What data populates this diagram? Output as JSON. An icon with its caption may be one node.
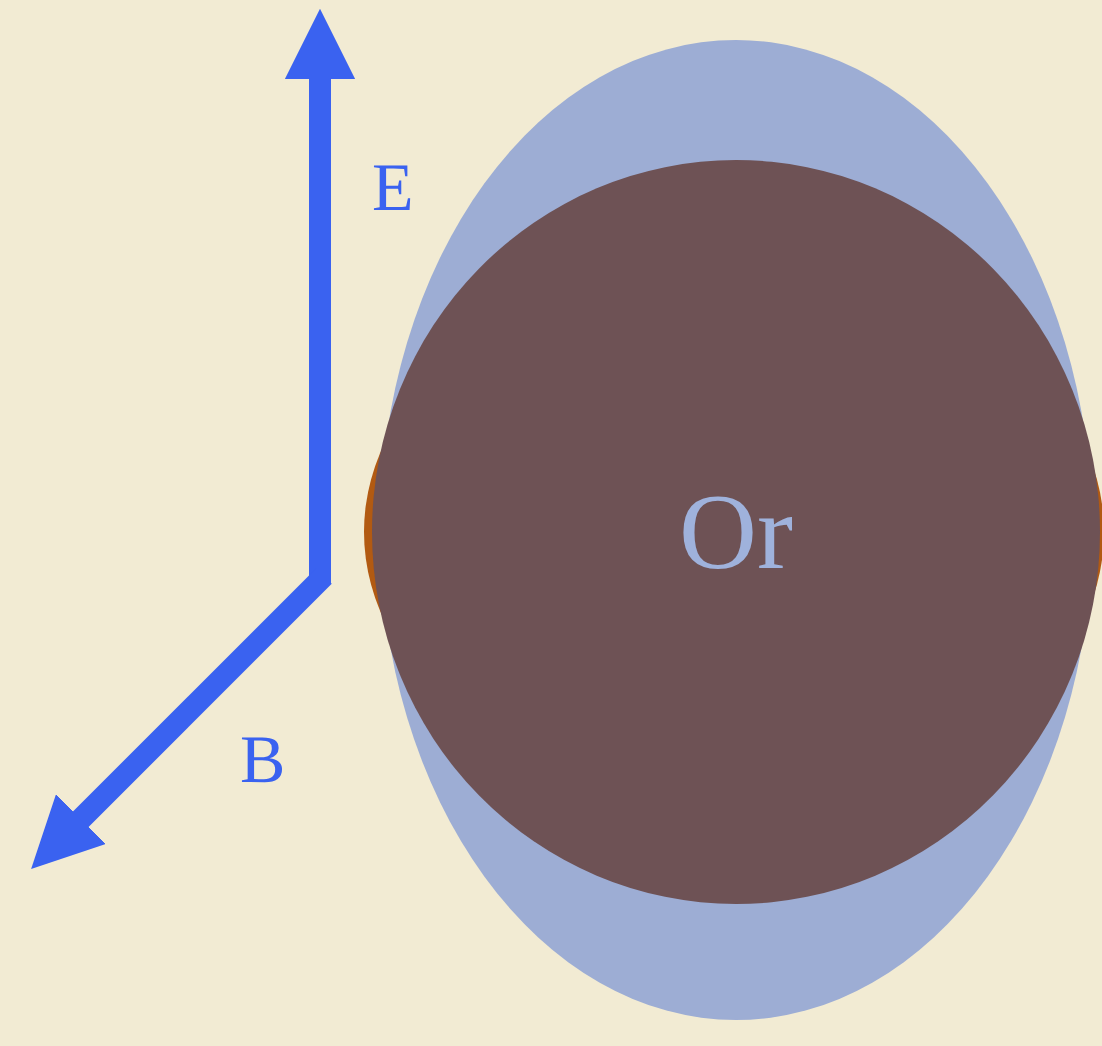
{
  "diagram": {
    "nodes": [
      {
        "text": [
          "Or"
        ]
      }
    ],
    "labels": [
      "E",
      "B"
    ]
  }
}
